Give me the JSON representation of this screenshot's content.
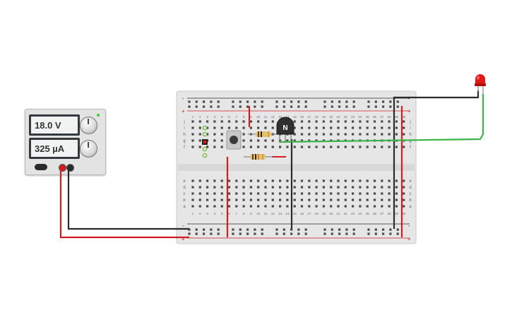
{
  "power_supply": {
    "voltage_display": "18.0 V",
    "current_display": "325 µA"
  },
  "components": {
    "transistor_label": "N"
  },
  "breadboard": {
    "columns": [
      "1",
      "2",
      "3",
      "4",
      "5",
      "6",
      "7",
      "8",
      "9",
      "10",
      "11",
      "12",
      "13",
      "14",
      "15",
      "16",
      "17",
      "18",
      "19",
      "20",
      "21",
      "22",
      "23",
      "24",
      "25",
      "26",
      "27",
      "28",
      "29",
      "30"
    ],
    "row_letters_top": [
      "j",
      "i",
      "h",
      "g",
      "f"
    ],
    "row_letters_bottom": [
      "e",
      "d",
      "c",
      "b",
      "a"
    ],
    "rail_plus": "+",
    "rail_minus": "-"
  },
  "colors": {
    "wire_red": "#d21e1e",
    "wire_black": "#2b2b2b",
    "wire_green": "#3bb54a",
    "board": "#e8e8e8",
    "led_red": "#e01818"
  }
}
